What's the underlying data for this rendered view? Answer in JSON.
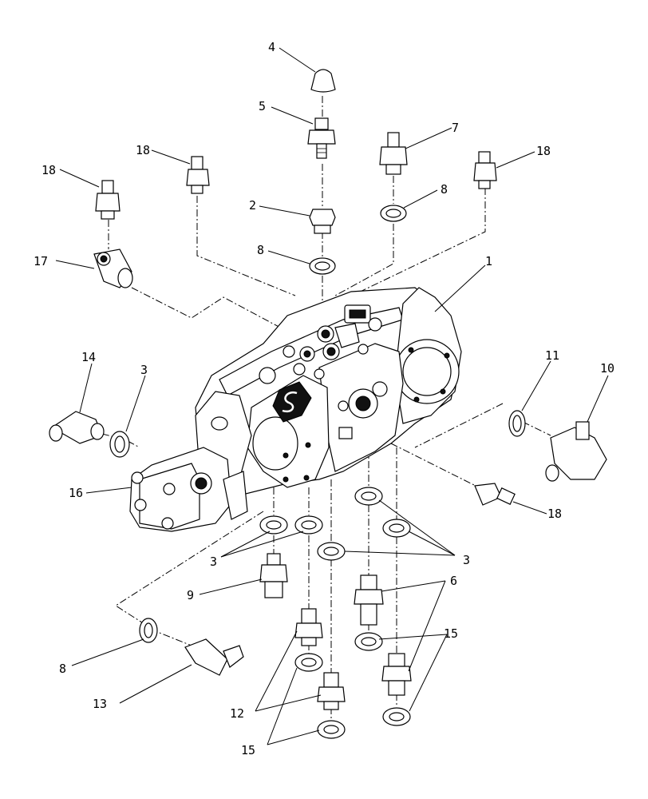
{
  "callouts": {
    "c1": "1",
    "c2": "2",
    "c3a": "3",
    "c3b": "3",
    "c3c": "3",
    "c4": "4",
    "c5": "5",
    "c6": "6",
    "c7": "7",
    "c8a": "8",
    "c8b": "8",
    "c8c": "8",
    "c9": "9",
    "c10": "10",
    "c11": "11",
    "c12": "12",
    "c13": "13",
    "c14": "14",
    "c15a": "15",
    "c15b": "15",
    "c16": "16",
    "c17": "17",
    "c18a": "18",
    "c18b": "18",
    "c18c": "18",
    "c18d": "18"
  }
}
